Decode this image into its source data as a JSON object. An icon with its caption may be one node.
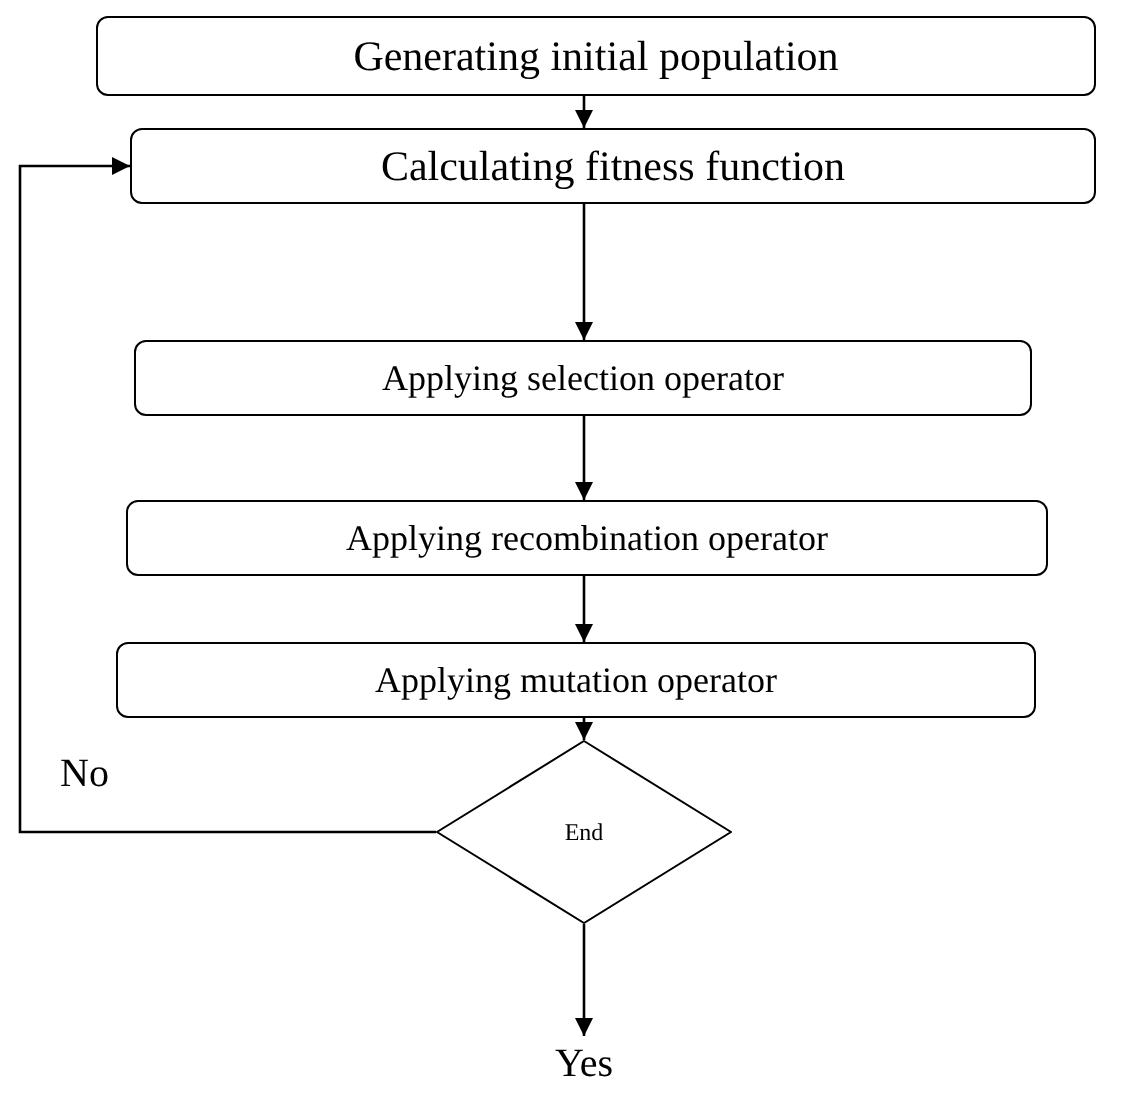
{
  "diagram": {
    "nodes": [
      {
        "text": [
          "Generating initial population"
        ]
      },
      {
        "text": [
          "Calculating fitness function"
        ]
      },
      {
        "text": [
          "Applying selection operator"
        ]
      },
      {
        "text": [
          "Applying recombination operator"
        ]
      },
      {
        "text": [
          "Applying mutation operator"
        ]
      },
      {
        "text": [
          "End"
        ]
      },
      {
        "text": [
          "Yes"
        ]
      }
    ],
    "edges": [
      {
        "from": 0,
        "to": 1,
        "arrow": "to"
      },
      {
        "from": 1,
        "to": 2,
        "arrow": "to"
      },
      {
        "from": 2,
        "to": 3,
        "arrow": "to"
      },
      {
        "from": 3,
        "to": 4,
        "arrow": "to"
      },
      {
        "from": 4,
        "to": 5,
        "arrow": "to"
      },
      {
        "from": 5,
        "to": 1,
        "arrow": "to",
        "label": "No"
      },
      {
        "from": 5,
        "to": 6,
        "arrow": "to"
      }
    ]
  }
}
